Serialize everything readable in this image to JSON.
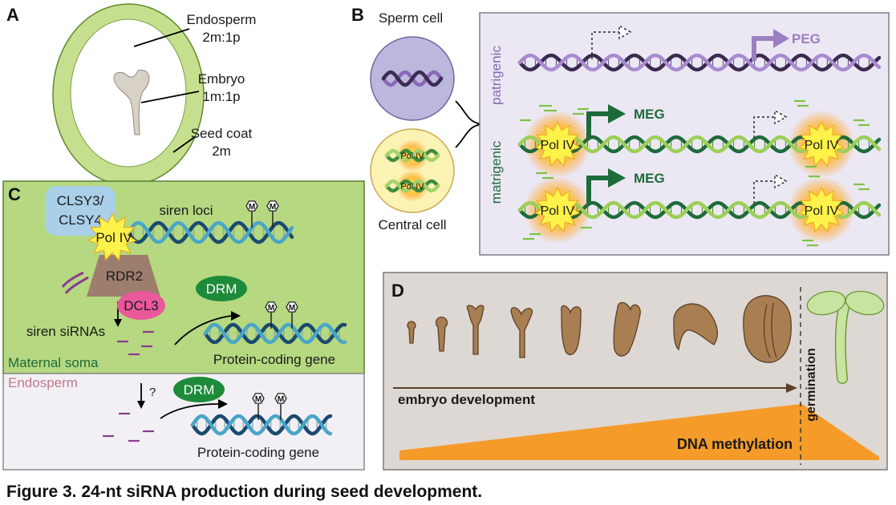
{
  "figure": {
    "caption": "Figure 3. 24-nt siRNA production during seed development."
  },
  "panel_a": {
    "letter": "A",
    "endosperm": [
      "Endosperm",
      "2m:1p"
    ],
    "embryo": [
      "Embryo",
      "1m:1p"
    ],
    "seed_coat": [
      "Seed coat",
      "2m"
    ]
  },
  "panel_b": {
    "letter": "B",
    "sperm_cell": "Sperm cell",
    "central_cell": "Central cell",
    "pol_iv": "Pol IV",
    "patrigenic": "patrigenic",
    "matrigenic": "matrigenic",
    "peg": "PEG",
    "meg": "MEG"
  },
  "panel_c": {
    "letter": "C",
    "clsy": [
      "CLSY3/",
      "CLSY4"
    ],
    "pol_iv": "Pol IV",
    "siren_loci": "siren loci",
    "rdr2": "RDR2",
    "dcl3": "DCL3",
    "drm": "DRM",
    "siren_sirnas": "siren siRNAs",
    "protein_coding_gene": "Protein-coding gene",
    "maternal_soma": "Maternal soma",
    "endosperm": "Endosperm",
    "question": "?",
    "methyl": "M"
  },
  "panel_d": {
    "letter": "D",
    "embryo_development": "embryo development",
    "germination": "germination",
    "dna_methylation": "DNA methylation"
  },
  "colors": {
    "seed_green": "#c5df8f",
    "panel_c_green": "#b6d880",
    "purple": "#9c7fc0",
    "dark_green": "#1e6b3a",
    "light_green": "#9bcf58",
    "orange": "#f59b2a",
    "embryo_brown": "#a97e52",
    "pink": "#e8589b",
    "drm_green": "#1e8b3a"
  }
}
